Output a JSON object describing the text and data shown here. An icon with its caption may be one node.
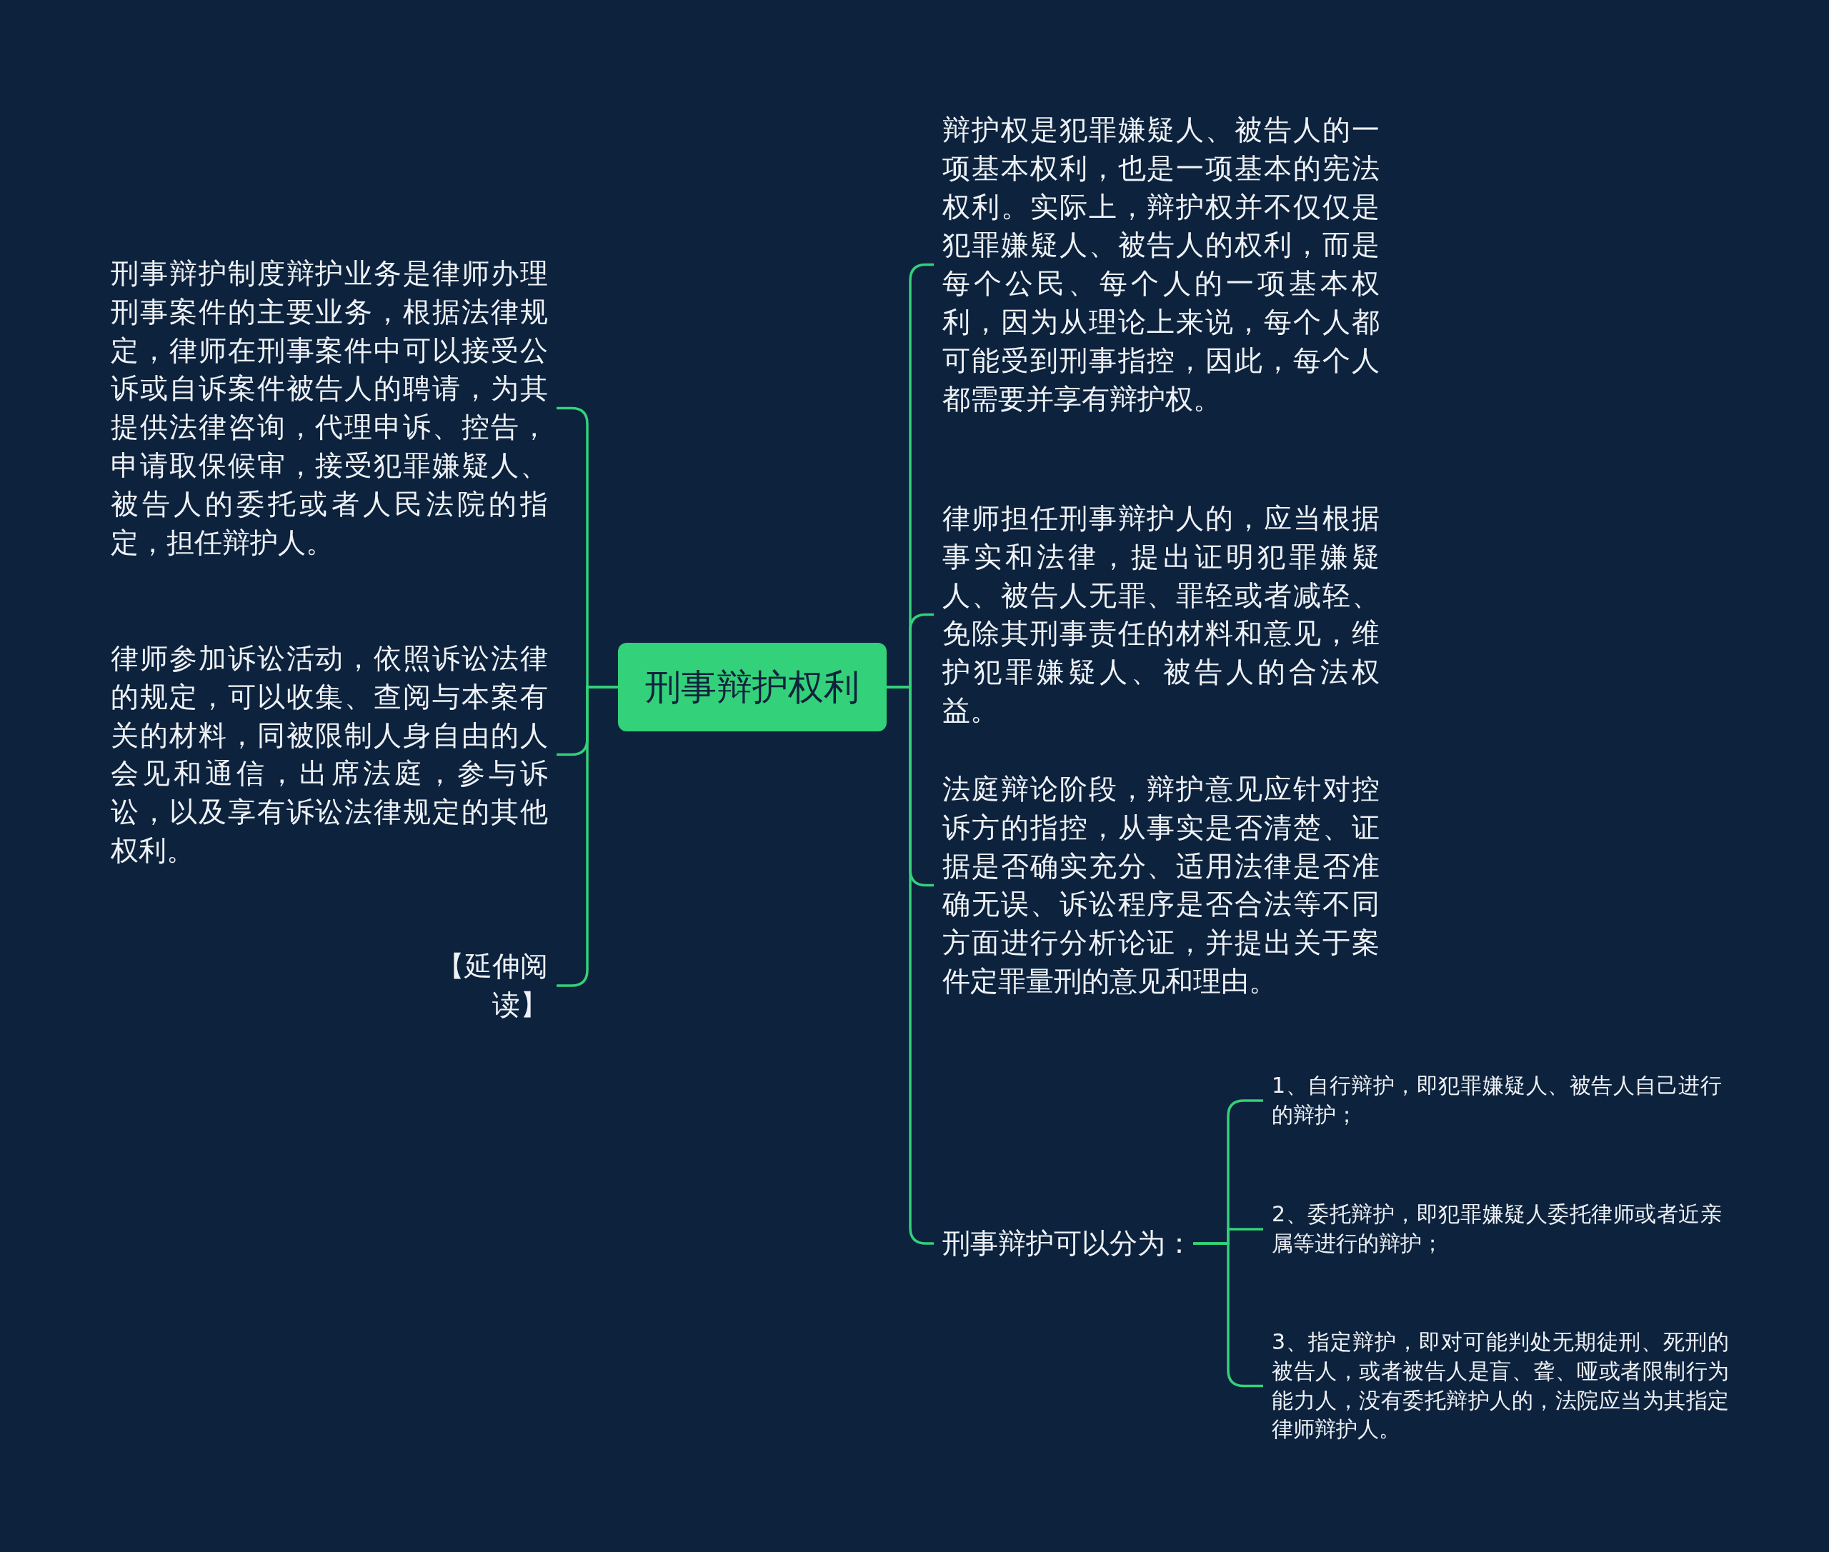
{
  "diagram": {
    "nodes": [
      {
        "text": [
          "刑事辩护权利"
        ]
      },
      {
        "text": [
          "刑事辩护制度辩护业务是律师办理刑事案件的主要业务，根据法律规定，律师在刑事案件中可以接受公诉或自诉案件被告人的聘请，为其提供法律咨询，代理申诉、控告，申请取保候审，接受犯罪嫌疑人、被告人的委托或者人民法院的指定，担任辩护人。"
        ]
      },
      {
        "text": [
          "律师参加诉讼活动，依照诉讼法律的规定，可以收集、查阅与本案有关的材料，同被限制人身自由的人会见和通信，出席法庭，参与诉讼，以及享有诉讼法律规定的其他权利。"
        ]
      },
      {
        "text": [
          "【延伸阅读】"
        ]
      },
      {
        "text": [
          "辩护权是犯罪嫌疑人、被告人的一项基本权利，也是一项基本的宪法权利。实际上，辩护权并不仅仅是犯罪嫌疑人、被告人的权利，而是每个公民、每个人的一项基本权利，因为从理论上来说，每个人都可能受到刑事指控，因此，每个人都需要并享有辩护权。"
        ]
      },
      {
        "text": [
          "律师担任刑事辩护人的，应当根据事实和法律，提出证明犯罪嫌疑人、被告人无罪、罪轻或者减轻、免除其刑事责任的材料和意见，维护犯罪嫌疑人、被告人的合法权益。"
        ]
      },
      {
        "text": [
          "法庭辩论阶段，辩护意见应针对控诉方的指控，从事实是否清楚、证据是否确实充分、适用法律是否准确无误、诉讼程序是否合法等不同方面进行分析论证，并提出关于案件定罪量刑的意见和理由。"
        ]
      },
      {
        "text": [
          "刑事辩护可以分为："
        ]
      },
      {
        "text": [
          "1、自行辩护，即犯罪嫌疑人、被告人自己进行的辩护；"
        ]
      },
      {
        "text": [
          "2、委托辩护，即犯罪嫌疑人委托律师或者近亲属等进行的辩护；"
        ]
      },
      {
        "text": [
          "3、指定辩护，即对可能判处无期徒刑、死刑的被告人，或者被告人是盲、聋、哑或者限制行为能力人，没有委托辩护人的，法院应当为其指定律师辩护人。"
        ]
      }
    ],
    "edges": [
      {
        "from": 0,
        "to": 1,
        "arrow": "none"
      },
      {
        "from": 0,
        "to": 2,
        "arrow": "none"
      },
      {
        "from": 0,
        "to": 3,
        "arrow": "none"
      },
      {
        "from": 0,
        "to": 4,
        "arrow": "none"
      },
      {
        "from": 0,
        "to": 5,
        "arrow": "none"
      },
      {
        "from": 0,
        "to": 6,
        "arrow": "none"
      },
      {
        "from": 0,
        "to": 7,
        "arrow": "none"
      },
      {
        "from": 7,
        "to": 8,
        "arrow": "none"
      },
      {
        "from": 7,
        "to": 9,
        "arrow": "none"
      },
      {
        "from": 7,
        "to": 10,
        "arrow": "none"
      }
    ]
  }
}
